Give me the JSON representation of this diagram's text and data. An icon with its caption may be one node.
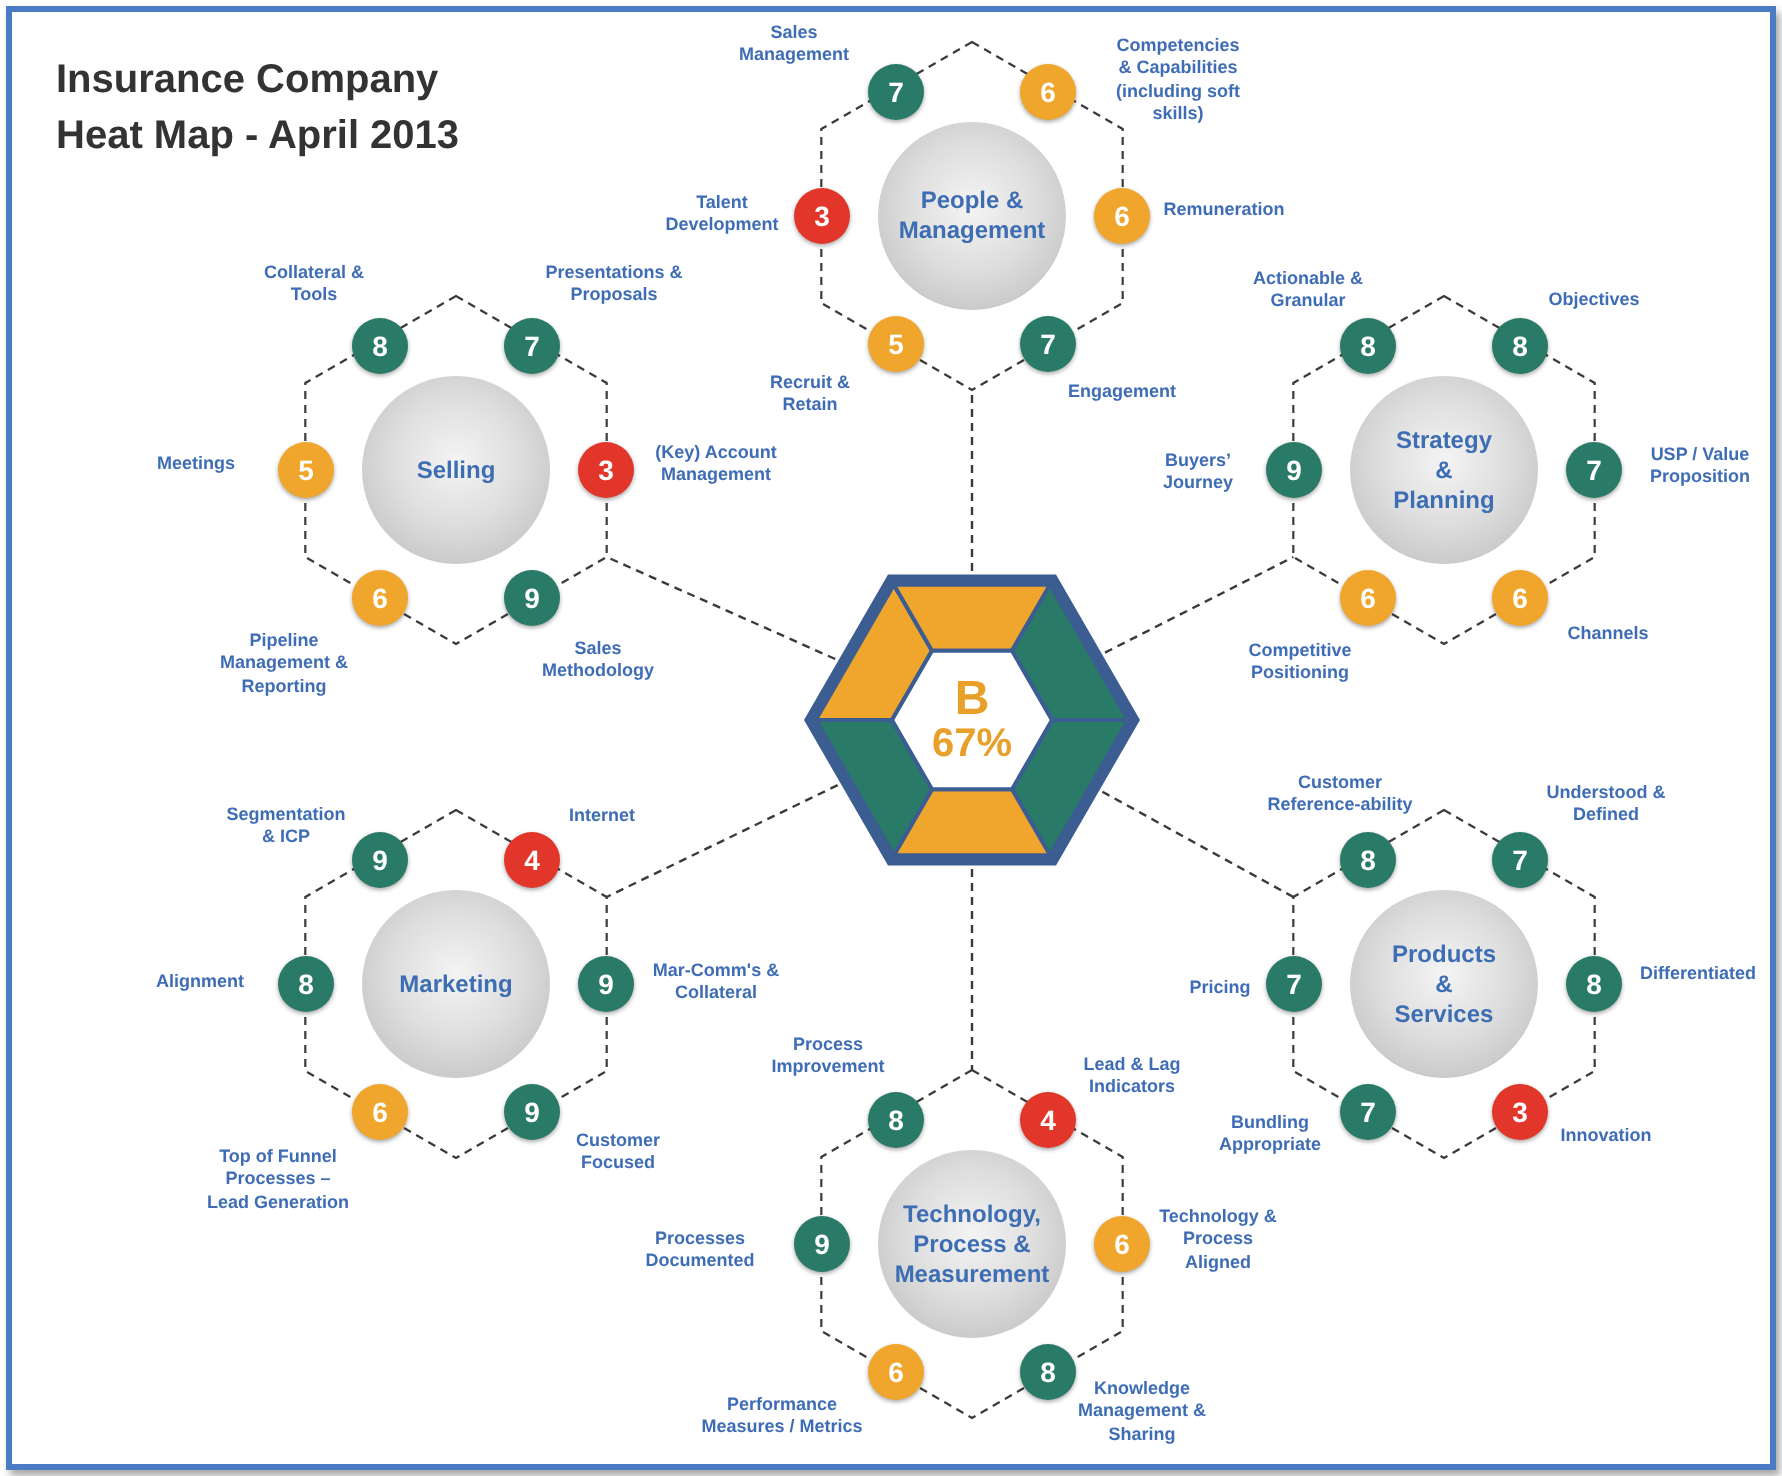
{
  "diagram": {
    "title": "Insurance Company Heat Map - April 2013",
    "nodes": [
      {
        "text": [
          "B",
          "67%"
        ]
      },
      {
        "text": [],
        "shape": "hexagon"
      },
      {
        "text": [
          "People & Management"
        ],
        "in": 1
      },
      {
        "text": [
          "7"
        ],
        "beside": [
          "Sales Management"
        ],
        "in": 1
      },
      {
        "text": [
          "6"
        ],
        "beside": [
          "Competencies & Capabilities (including soft skills)"
        ],
        "in": 1
      },
      {
        "text": [
          "3"
        ],
        "beside": [
          "Talent Development"
        ],
        "in": 1
      },
      {
        "text": [
          "6"
        ],
        "beside": [
          "Remuneration"
        ],
        "in": 1
      },
      {
        "text": [
          "5"
        ],
        "beside": [
          "Recruit & Retain"
        ],
        "in": 1
      },
      {
        "text": [
          "7"
        ],
        "beside": [
          "Engagement"
        ],
        "in": 1
      },
      {
        "text": [],
        "shape": "hexagon"
      },
      {
        "text": [
          "Selling"
        ],
        "in": 9
      },
      {
        "text": [
          "8"
        ],
        "beside": [
          "Collateral & Tools"
        ],
        "in": 9
      },
      {
        "text": [
          "7"
        ],
        "beside": [
          "Presentations & Proposals"
        ],
        "in": 9
      },
      {
        "text": [
          "5"
        ],
        "beside": [
          "Meetings"
        ],
        "in": 9
      },
      {
        "text": [
          "3"
        ],
        "beside": [
          "(Key) Account Management"
        ],
        "in": 9
      },
      {
        "text": [
          "6"
        ],
        "beside": [
          "Pipeline Management & Reporting"
        ],
        "in": 9
      },
      {
        "text": [
          "9"
        ],
        "beside": [
          "Sales Methodology"
        ],
        "in": 9
      },
      {
        "text": [],
        "shape": "hexagon"
      },
      {
        "text": [
          "Strategy & Planning"
        ],
        "in": 17
      },
      {
        "text": [
          "8"
        ],
        "beside": [
          "Actionable & Granular"
        ],
        "in": 17
      },
      {
        "text": [
          "8"
        ],
        "beside": [
          "Objectives"
        ],
        "in": 17
      },
      {
        "text": [
          "9"
        ],
        "beside": [
          "Buyers’ Journey"
        ],
        "in": 17
      },
      {
        "text": [
          "7"
        ],
        "beside": [
          "USP / Value Proposition"
        ],
        "in": 17
      },
      {
        "text": [
          "6"
        ],
        "beside": [
          "Competitive Positioning"
        ],
        "in": 17
      },
      {
        "text": [
          "6"
        ],
        "beside": [
          "Channels"
        ],
        "in": 17
      },
      {
        "text": [],
        "shape": "hexagon"
      },
      {
        "text": [
          "Marketing"
        ],
        "in": 25
      },
      {
        "text": [
          "9"
        ],
        "beside": [
          "Segmentation & ICP"
        ],
        "in": 25
      },
      {
        "text": [
          "4"
        ],
        "beside": [
          "Internet"
        ],
        "in": 25
      },
      {
        "text": [
          "8"
        ],
        "beside": [
          "Alignment"
        ],
        "in": 25
      },
      {
        "text": [
          "9"
        ],
        "beside": [
          "Mar-Comm's & Collateral"
        ],
        "in": 25
      },
      {
        "text": [
          "6"
        ],
        "beside": [
          "Top of Funnel Processes – Lead Generation"
        ],
        "in": 25
      },
      {
        "text": [
          "9"
        ],
        "beside": [
          "Customer Focused"
        ],
        "in": 25
      },
      {
        "text": [],
        "shape": "hexagon"
      },
      {
        "text": [
          "Products & Services"
        ],
        "in": 33
      },
      {
        "text": [
          "8"
        ],
        "beside": [
          "Customer Reference-ability"
        ],
        "in": 33
      },
      {
        "text": [
          "7"
        ],
        "beside": [
          "Understood & Defined"
        ],
        "in": 33
      },
      {
        "text": [
          "7"
        ],
        "beside": [
          "Pricing"
        ],
        "in": 33
      },
      {
        "text": [
          "8"
        ],
        "beside": [
          "Differentiated"
        ],
        "in": 33
      },
      {
        "text": [
          "7"
        ],
        "beside": [
          "Bundling Appropriate"
        ],
        "in": 33
      },
      {
        "text": [
          "3"
        ],
        "beside": [
          "Innovation"
        ],
        "in": 33
      },
      {
        "text": [],
        "shape": "hexagon"
      },
      {
        "text": [
          "Technology, Process & Measurement"
        ],
        "in": 41
      },
      {
        "text": [
          "8"
        ],
        "beside": [
          "Process Improvement"
        ],
        "in": 41
      },
      {
        "text": [
          "4"
        ],
        "beside": [
          "Lead & Lag Indicators"
        ],
        "in": 41
      },
      {
        "text": [
          "9"
        ],
        "beside": [
          "Processes Documented"
        ],
        "in": 41
      },
      {
        "text": [
          "6"
        ],
        "beside": [
          "Technology & Process Aligned"
        ],
        "in": 41
      },
      {
        "text": [
          "6"
        ],
        "beside": [
          "Performance Measures / Metrics"
        ],
        "in": 41
      },
      {
        "text": [
          "8"
        ],
        "beside": [
          "Knowledge Management & Sharing"
        ],
        "in": 41
      }
    ],
    "edges": [
      {
        "from": 0,
        "to": 1,
        "arrow": "none",
        "style": "dashed"
      },
      {
        "from": 0,
        "to": 9,
        "arrow": "none",
        "style": "dashed"
      },
      {
        "from": 0,
        "to": 17,
        "arrow": "none",
        "style": "dashed"
      },
      {
        "from": 0,
        "to": 25,
        "arrow": "none",
        "style": "dashed"
      },
      {
        "from": 0,
        "to": 33,
        "arrow": "none",
        "style": "dashed"
      },
      {
        "from": 0,
        "to": 41,
        "arrow": "none",
        "style": "dashed"
      }
    ]
  }
}
